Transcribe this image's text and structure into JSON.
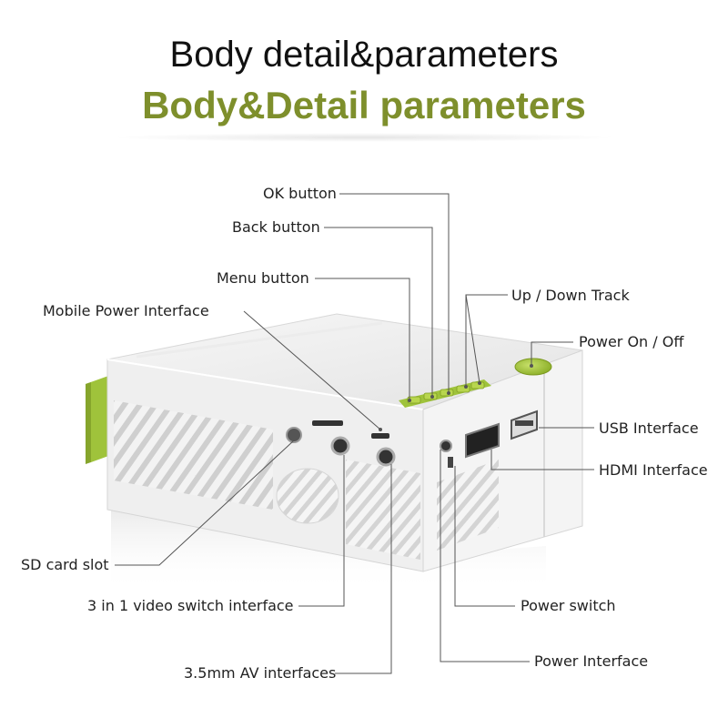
{
  "header": {
    "title": "Body detail&parameters",
    "subtitle": "Body&Detail parameters"
  },
  "colors": {
    "accent": "#7e8f2c",
    "device_green": "#9fc33b",
    "device_body": "#eeeeee"
  },
  "labels": {
    "ok_button": "OK button",
    "back_button": "Back button",
    "menu_button": "Menu button",
    "mobile_power": "Mobile Power Interface",
    "up_down_track": "Up / Down Track",
    "power_on_off": "Power On / Off",
    "usb_interface": "USB Interface",
    "hdmi_interface": "HDMI Interface",
    "sd_card_slot": "SD card slot",
    "video_switch": "3 in 1 video switch interface",
    "power_switch": "Power switch",
    "power_interface": "Power Interface",
    "av_interfaces": "3.5mm AV interfaces"
  }
}
